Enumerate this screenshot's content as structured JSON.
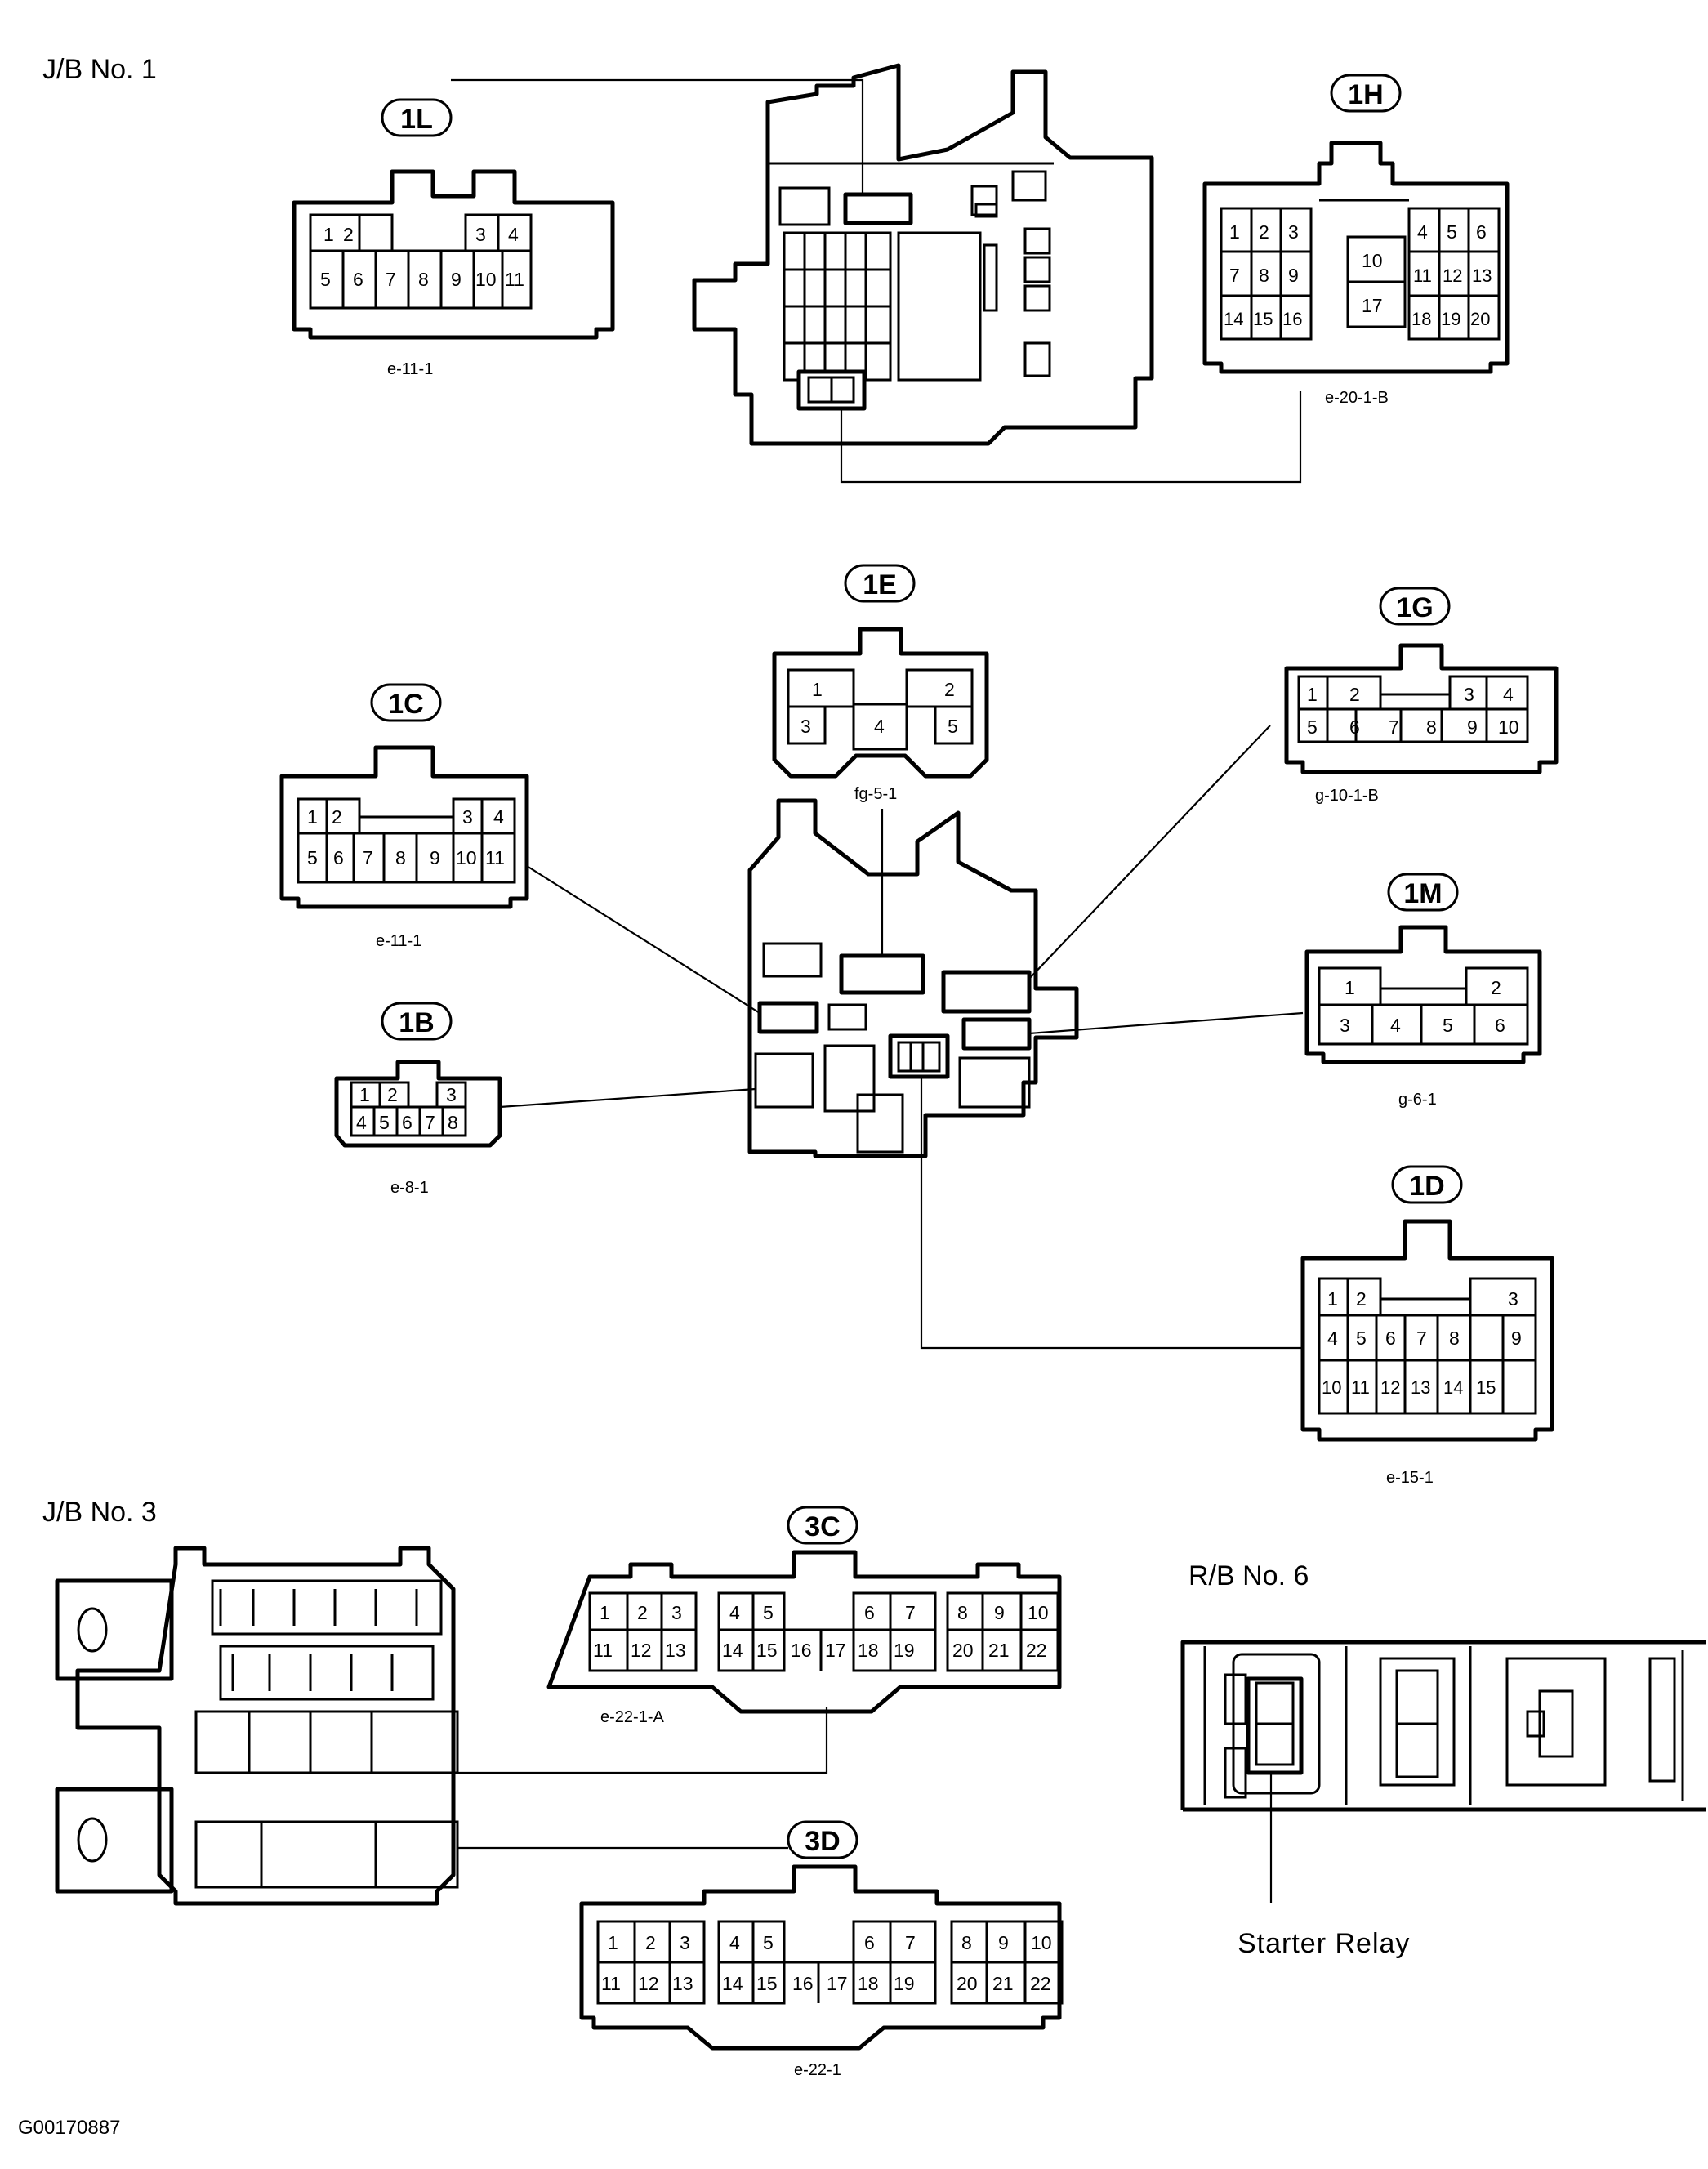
{
  "sections": {
    "jb1": "J/B No. 1",
    "jb3": "J/B No. 3",
    "rb6": "R/B No. 6"
  },
  "figure_id": "G00170887",
  "starter_relay": "Starter Relay",
  "connectors": {
    "c1L": {
      "badge": "1L",
      "code": "e-11-1",
      "pins": [
        "1",
        "2",
        "3",
        "4",
        "5",
        "6",
        "7",
        "8",
        "9",
        "10",
        "11"
      ]
    },
    "c1H": {
      "badge": "1H",
      "code": "e-20-1-B",
      "pins": [
        "1",
        "2",
        "3",
        "4",
        "5",
        "6",
        "7",
        "8",
        "9",
        "10",
        "11",
        "12",
        "13",
        "14",
        "15",
        "16",
        "17",
        "18",
        "19",
        "20"
      ]
    },
    "c1E": {
      "badge": "1E",
      "code": "fg-5-1",
      "pins": [
        "1",
        "2",
        "3",
        "4",
        "5"
      ]
    },
    "c1G": {
      "badge": "1G",
      "code": "g-10-1-B",
      "pins": [
        "1",
        "2",
        "3",
        "4",
        "5",
        "6",
        "7",
        "8",
        "9",
        "10"
      ]
    },
    "c1C": {
      "badge": "1C",
      "code": "e-11-1",
      "pins": [
        "1",
        "2",
        "3",
        "4",
        "5",
        "6",
        "7",
        "8",
        "9",
        "10",
        "11"
      ]
    },
    "c1M": {
      "badge": "1M",
      "code": "g-6-1",
      "pins": [
        "1",
        "2",
        "3",
        "4",
        "5",
        "6"
      ]
    },
    "c1B": {
      "badge": "1B",
      "code": "e-8-1",
      "pins": [
        "1",
        "2",
        "3",
        "4",
        "5",
        "6",
        "7",
        "8"
      ]
    },
    "c1D": {
      "badge": "1D",
      "code": "e-15-1",
      "pins": [
        "1",
        "2",
        "3",
        "4",
        "5",
        "6",
        "7",
        "8",
        "9",
        "10",
        "11",
        "12",
        "13",
        "14",
        "15"
      ]
    },
    "c3C": {
      "badge": "3C",
      "code": "e-22-1-A",
      "pins": [
        "1",
        "2",
        "3",
        "4",
        "5",
        "6",
        "7",
        "8",
        "9",
        "10",
        "11",
        "12",
        "13",
        "14",
        "15",
        "16",
        "17",
        "18",
        "19",
        "20",
        "21",
        "22"
      ]
    },
    "c3D": {
      "badge": "3D",
      "code": "e-22-1",
      "pins": [
        "1",
        "2",
        "3",
        "4",
        "5",
        "6",
        "7",
        "8",
        "9",
        "10",
        "11",
        "12",
        "13",
        "14",
        "15",
        "16",
        "17",
        "18",
        "19",
        "20",
        "21",
        "22"
      ]
    }
  }
}
